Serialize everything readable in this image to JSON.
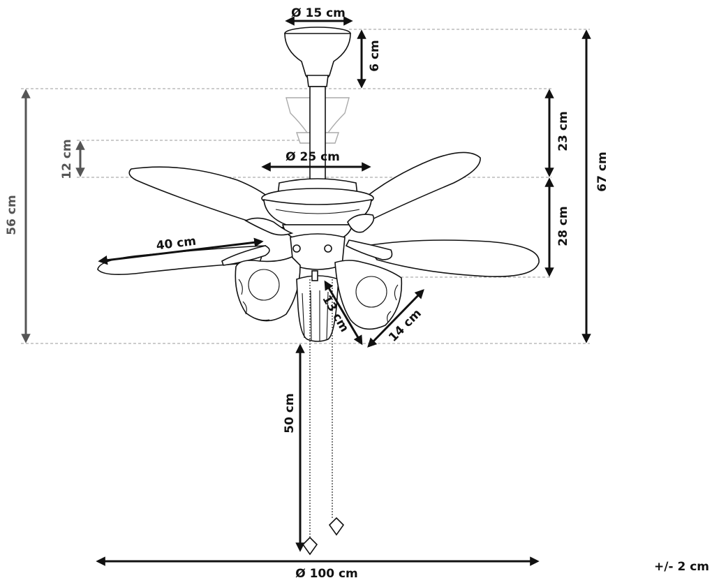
{
  "dimensions": {
    "top_diameter": "Ø 15 cm",
    "canopy_height": "6 cm",
    "downrod": "23 cm",
    "total_height": "67 cm",
    "motor_height": "28 cm",
    "motor_diameter": "Ø 25 cm",
    "offset": "12 cm",
    "body_height": "56 cm",
    "blade_length": "40 cm",
    "shade_height": "13 cm",
    "shade_width": "14 cm",
    "chain_length": "50 cm",
    "span_diameter": "Ø 100 cm",
    "tolerance": "+/- 2 cm"
  },
  "colors": {
    "ink": "#111111",
    "secondary_ink": "#555555",
    "guide": "#999999"
  }
}
